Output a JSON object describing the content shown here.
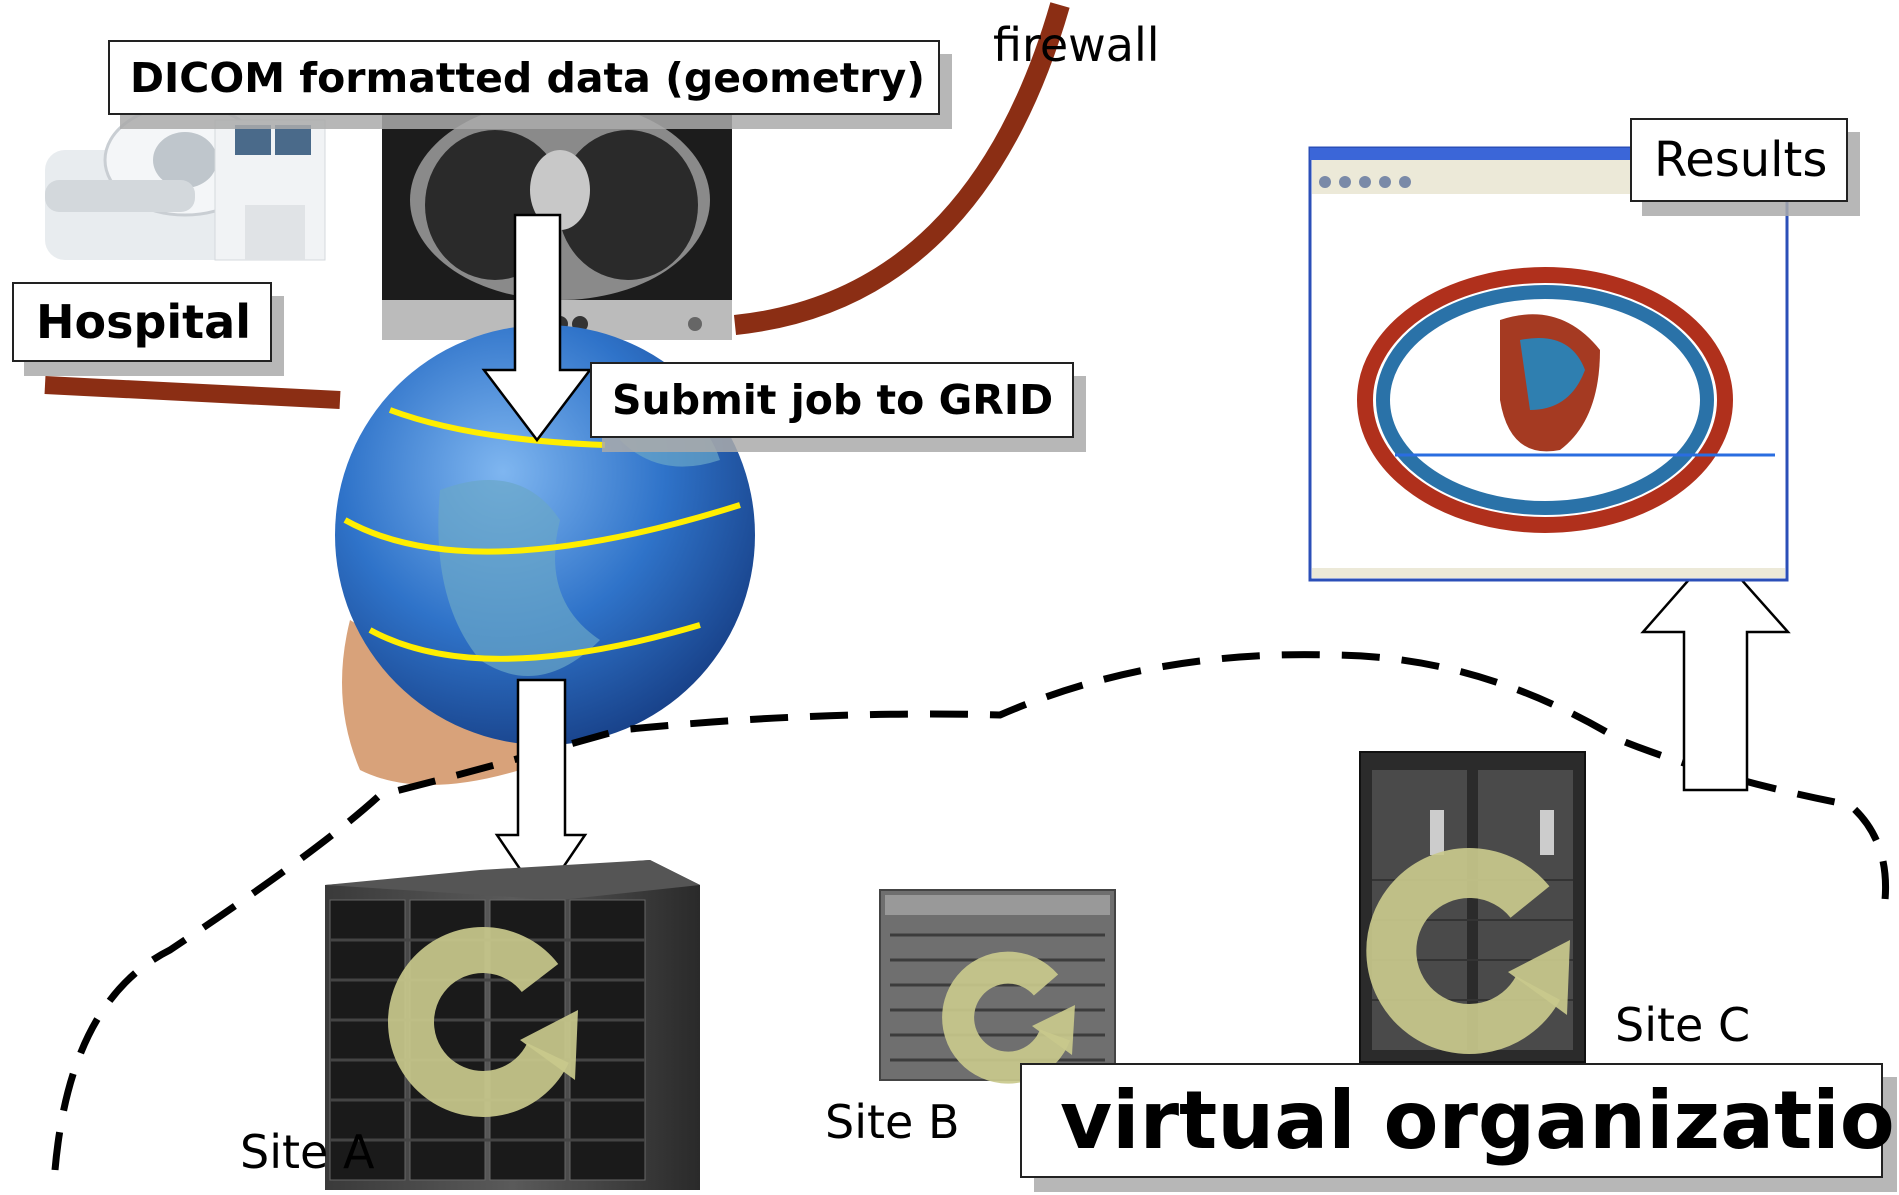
{
  "labels": {
    "dicom": "DICOM formatted data (geometry)",
    "hospital": "Hospital",
    "firewall": "firewall",
    "submit": "Submit job to GRID",
    "results": "Results",
    "site_a": "Site A",
    "site_b": "Site B",
    "site_c": "Site C",
    "virtual_org": "virtual organization"
  },
  "colors": {
    "firewall": "#8b2e14",
    "grid_lines": "#ffee00",
    "globe": "#2f73c9",
    "cycle_icon": "#c9c98c"
  },
  "icons": {
    "ct_scanner": "ct-scanner-image",
    "ct_slice": "ct-lung-slice-image",
    "globe": "globe-in-hand-image",
    "cluster_a": "server-cluster-image",
    "server_b": "rack-server-image",
    "server_c": "supercomputer-rack-image",
    "cycle": "refresh-cycle-icon",
    "results_window": "browser-window-results-image"
  }
}
